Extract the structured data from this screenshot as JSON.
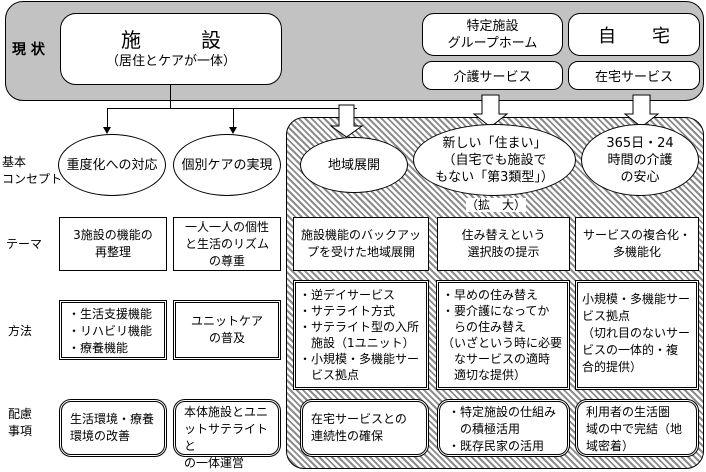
{
  "current_state": {
    "label": "現 状",
    "facility": {
      "title": "施　　　設",
      "subtitle": "（居住とケアが一体）"
    },
    "specified_facility": {
      "title_line1": "特定施設",
      "title_line2": "グループホーム",
      "service": "介護サービス"
    },
    "home": {
      "title": "自　　宅",
      "service": "在宅サービス"
    }
  },
  "row_labels": {
    "concept": [
      "基本",
      "コンセプト"
    ],
    "theme": "テーマ",
    "method": "方法",
    "consideration": [
      "配慮",
      "事項"
    ]
  },
  "expansion_label": "（拡　大）",
  "columns": [
    {
      "concept": [
        "重度化への対応"
      ],
      "theme": [
        "3施設の機能の",
        "再整理"
      ],
      "method": [
        "・生活支援機能",
        "・リハビリ機能",
        "・療養機能"
      ],
      "consideration": [
        "生活環境・療養",
        "環境の改善"
      ]
    },
    {
      "concept": [
        "個別ケアの実現"
      ],
      "theme": [
        "一人一人の個性",
        "と生活のリズム",
        "の尊重"
      ],
      "method": [
        "ユニットケア",
        "の普及"
      ],
      "consideration": [
        "本体施設とユニ",
        "ットサテライトと",
        "の一体運営"
      ]
    },
    {
      "concept": [
        "地域展開"
      ],
      "theme": [
        "施設機能のバックアッ",
        "プを受けた地域展開"
      ],
      "method": [
        "・逆デイサービス",
        "・サテライト方式",
        "・サテライト型の入所",
        "　施設（1ユニット）",
        "・小規模・多機能サー",
        "　ビス拠点"
      ],
      "consideration": [
        "在宅サービスとの",
        "連続性の確保"
      ]
    },
    {
      "concept": [
        "新しい「住まい」",
        "（自宅でも施設で",
        "もない「第3類型」）"
      ],
      "theme": [
        "住み替えという",
        "選択肢の提示"
      ],
      "method": [
        "・早めの住み替え",
        "・要介護になってか",
        "　らの住み替え",
        "（いざという時に必要",
        "　なサービスの適時",
        "　適切な提供）"
      ],
      "consideration": [
        "・特定施設の仕組み",
        "　の積極活用",
        "・既存民家の活用"
      ]
    },
    {
      "concept": [
        "365日・24",
        "時間の介護",
        "の安心"
      ],
      "theme": [
        "サービスの複合化・",
        "多機能化"
      ],
      "method": [
        "小規模・多機能サー",
        "ビス拠点",
        "（切れ目のないサー",
        "ビスの一体的・複",
        "合的提供）"
      ],
      "consideration": [
        "利用者の生活圏",
        "域の中で完結（地",
        "域密着）"
      ]
    }
  ]
}
